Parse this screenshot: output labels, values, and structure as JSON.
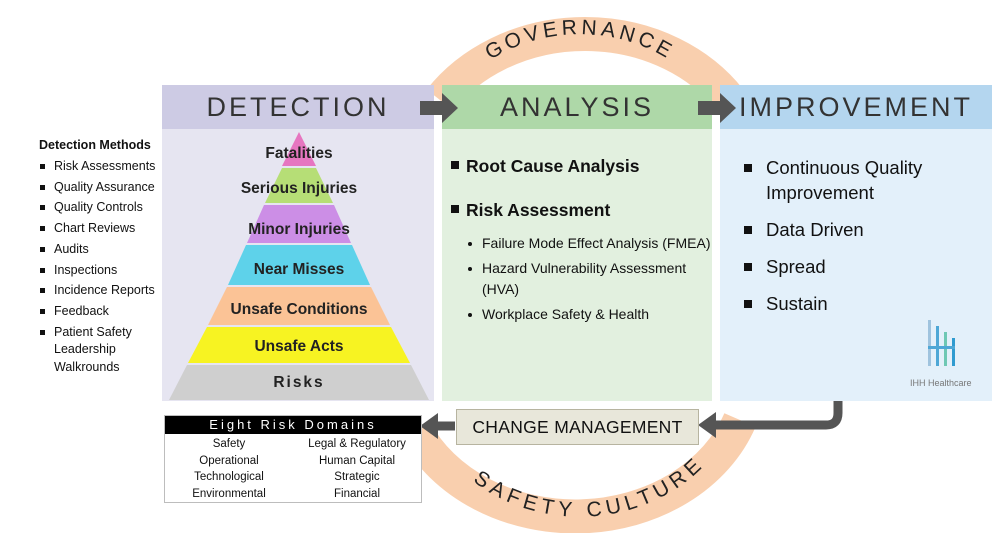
{
  "ring": {
    "top_label": "GOVERNANCE",
    "bottom_label": "SAFETY CULTURE"
  },
  "headers": {
    "detection": "DETECTION",
    "analysis": "ANALYSIS",
    "improvement": "IMPROVEMENT"
  },
  "detection_methods": {
    "title": "Detection Methods",
    "items": [
      "Risk Assessments",
      "Quality Assurance",
      "Quality Controls",
      "Chart Reviews",
      "Audits",
      "Inspections",
      "Incidence Reports",
      "Feedback",
      "Patient Safety Leadership Walkrounds"
    ]
  },
  "pyramid": [
    "Fatalities",
    "Serious Injuries",
    "Minor Injuries",
    "Near Misses",
    "Unsafe Conditions",
    "Unsafe Acts",
    "Risks"
  ],
  "analysis": {
    "root_cause": "Root Cause Analysis",
    "risk_assessment": "Risk Assessment",
    "sub_items": [
      "Failure Mode Effect Analysis (FMEA)",
      "Hazard Vulnerability Assessment (HVA)",
      "Workplace Safety & Health"
    ]
  },
  "improvement": {
    "items": [
      "Continuous Quality Improvement",
      "Data Driven",
      "Spread",
      "Sustain"
    ]
  },
  "logo": {
    "text": "IHH Healthcare"
  },
  "change_management": "CHANGE MANAGEMENT",
  "risk_domains": {
    "title": "Eight Risk Domains",
    "items": [
      "Safety",
      "Legal & Regulatory",
      "Operational",
      "Human Capital",
      "Technological",
      "Strategic",
      "Environmental",
      "Financial"
    ]
  },
  "colors": {
    "ring": "#f9cfae",
    "detection_header": "#cdcbe4",
    "detection_panel": "#e6e5f1",
    "analysis_header": "#aed8a8",
    "analysis_panel": "#e2f0df",
    "improvement_header": "#b4d6ef",
    "improvement_panel": "#e3f0fa",
    "arrow": "#555555",
    "change_box": "#e8e7da"
  }
}
